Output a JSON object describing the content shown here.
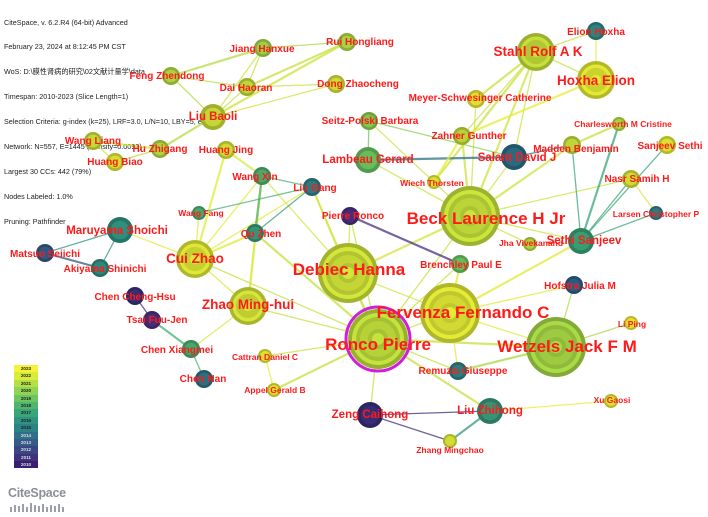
{
  "header_lines": [
    "CiteSpace, v. 6.2.R4 (64-bit) Advanced",
    "February 23, 2024 at 8:12:45 PM CST",
    "WoS: D:\\膜性肾病的研究\\02文献计量学\\data",
    "Timespan: 2010-2023 (Slice Length=1)",
    "Selection Criteria: g-index (k=25), LRF=3.0, L/N=10, LBY=5, e=1.0",
    "Network: N=557, E=1445 (Density=0.0093)",
    "Largest 30 CCs: 442 (79%)",
    "Nodes Labeled: 1.0%",
    "Pruning: Pathfinder"
  ],
  "legend": {
    "years": [
      "2023",
      "2022",
      "2021",
      "2020",
      "2019",
      "2018",
      "2017",
      "2016",
      "2015",
      "2014",
      "2013",
      "2012",
      "2011",
      "2010"
    ],
    "colors": [
      "#f6f238",
      "#d9ec3a",
      "#b4e045",
      "#8fd452",
      "#6cc561",
      "#50b56e",
      "#3aa579",
      "#2e9480",
      "#2c8285",
      "#2f6f87",
      "#355b87",
      "#3a4683",
      "#3d327b",
      "#3b1f6e"
    ]
  },
  "logo": {
    "text": "CiteSpace"
  },
  "nodes": [
    {
      "id": "ronco",
      "label": "Ronco Pierre",
      "size": "xl",
      "ring": true,
      "color": "#c3e23c"
    },
    {
      "id": "debiec",
      "label": "Debiec Hanna",
      "size": "xl",
      "color": "#d2e63a"
    },
    {
      "id": "fervenza",
      "label": "Fervenza Fernando C",
      "size": "xl",
      "color": "#e1ea36"
    },
    {
      "id": "beck",
      "label": "Beck Laurence H Jr",
      "size": "xl",
      "color": "#c9e43c"
    },
    {
      "id": "wetzels",
      "label": "Wetzels Jack F M",
      "size": "xl",
      "color": "#a8da46"
    },
    {
      "id": "stahl",
      "label": "Stahl Rolf A K",
      "size": "l",
      "color": "#c8e23c"
    },
    {
      "id": "hoxha_e",
      "label": "Hoxha Elion",
      "size": "l",
      "color": "#e6ec34"
    },
    {
      "id": "zhao_mh",
      "label": "Zhao Ming-hui",
      "size": "l",
      "color": "#d8e83a"
    },
    {
      "id": "cui_zhao",
      "label": "Cui Zhao",
      "size": "l",
      "color": "#e0eb36"
    },
    {
      "id": "maruyama",
      "label": "Maruyama Shoichi",
      "size": "m",
      "color": "#2f9683"
    },
    {
      "id": "liu_baoli",
      "label": "Liu Baoli",
      "size": "m",
      "color": "#cfe23a"
    },
    {
      "id": "feng",
      "label": "Feng Zhendong",
      "size": "s",
      "color": "#b4dc44"
    },
    {
      "id": "dai",
      "label": "Dai Haoran",
      "size": "s",
      "color": "#c6e03e"
    },
    {
      "id": "jiang",
      "label": "Jiang Hanxue",
      "size": "s",
      "color": "#a8d84a"
    },
    {
      "id": "rui",
      "label": "Rui Hongliang",
      "size": "s",
      "color": "#b2da46"
    },
    {
      "id": "dong",
      "label": "Dong Zhaocheng",
      "size": "s",
      "color": "#d7e638"
    },
    {
      "id": "wang_liang",
      "label": "Wang Liang",
      "size": "s",
      "color": "#cde43a"
    },
    {
      "id": "hu",
      "label": "Hu Zhigang",
      "size": "s",
      "color": "#b6dc44"
    },
    {
      "id": "huang_biao",
      "label": "Huang Biao",
      "size": "s",
      "color": "#e2ea36"
    },
    {
      "id": "huang_jing",
      "label": "Huang Jing",
      "size": "s",
      "color": "#d9e838"
    },
    {
      "id": "wang_xin",
      "label": "Wang Xin",
      "size": "s",
      "color": "#4fb06e"
    },
    {
      "id": "liu_gang",
      "label": "Liu Gang",
      "size": "s",
      "color": "#2f7f86"
    },
    {
      "id": "wang_fang",
      "label": "Wang Fang",
      "size": "xs",
      "color": "#4ab070"
    },
    {
      "id": "qu",
      "label": "Qu Zhen",
      "size": "s",
      "color": "#3a9a7c"
    },
    {
      "id": "matsuo",
      "label": "Matsuo Seiichi",
      "size": "s",
      "color": "#355b87"
    },
    {
      "id": "akiyama",
      "label": "Akiyama Shinichi",
      "size": "s",
      "color": "#2e8e82"
    },
    {
      "id": "chen_ch",
      "label": "Chen Cheng-Hsu",
      "size": "s",
      "color": "#3b2f7a"
    },
    {
      "id": "tsai",
      "label": "Tsai Fuu-Jen",
      "size": "s",
      "color": "#4a2f7f"
    },
    {
      "id": "chen_xm",
      "label": "Chen Xiangmei",
      "size": "s",
      "color": "#4ab070"
    },
    {
      "id": "cattran",
      "label": "Cattran Daniel C",
      "size": "xs",
      "color": "#e6ec34"
    },
    {
      "id": "chen_nan",
      "label": "Chen Nan",
      "size": "s",
      "color": "#2f7385"
    },
    {
      "id": "appel",
      "label": "Appel Gerald B",
      "size": "xs",
      "color": "#e6ec34"
    },
    {
      "id": "pierre_r",
      "label": "Pierre Ronco",
      "size": "s",
      "color": "#4a2f7f"
    },
    {
      "id": "seitz",
      "label": "Seitz-Polski Barbara",
      "size": "s",
      "color": "#8ad052"
    },
    {
      "id": "lambeau",
      "label": "Lambeau Gerard",
      "size": "m",
      "color": "#6cc561"
    },
    {
      "id": "wiech",
      "label": "Wiech Thorsten",
      "size": "xs",
      "color": "#e6ec34"
    },
    {
      "id": "meyer",
      "label": "Meyer-Schwesinger Catherine",
      "size": "s",
      "color": "#eceb34"
    },
    {
      "id": "zahner",
      "label": "Zahner Gunther",
      "size": "s",
      "color": "#c2de3e"
    },
    {
      "id": "salant",
      "label": "Salant David J",
      "size": "m",
      "color": "#2c6f87"
    },
    {
      "id": "elion_hoxha",
      "label": "Elion Hoxha",
      "size": "s",
      "color": "#2e8a84"
    },
    {
      "id": "charlesworth",
      "label": "Charlesworth M Cristine",
      "size": "xs",
      "color": "#b4dc44"
    },
    {
      "id": "madden",
      "label": "Madden Benjamin",
      "size": "s",
      "color": "#c6e03e"
    },
    {
      "id": "sanjeev_s",
      "label": "Sanjeev Sethi",
      "size": "s",
      "color": "#e6ec34"
    },
    {
      "id": "nasr",
      "label": "Nasr Samih H",
      "size": "s",
      "color": "#d6e638"
    },
    {
      "id": "larsen",
      "label": "Larsen Christopher P",
      "size": "xs",
      "color": "#2f7f86"
    },
    {
      "id": "jha",
      "label": "Jha Vivekanand",
      "size": "xs",
      "color": "#b6dc44"
    },
    {
      "id": "sethi_s",
      "label": "Sethi Sanjeev",
      "size": "m",
      "color": "#3aa579"
    },
    {
      "id": "brenchley",
      "label": "Brenchley Paul E",
      "size": "s",
      "color": "#6cc561"
    },
    {
      "id": "hofstra",
      "label": "Hofstra Julia M",
      "size": "s",
      "color": "#2c5f86"
    },
    {
      "id": "li_ping",
      "label": "Li Ping",
      "size": "xs",
      "color": "#f0ec34"
    },
    {
      "id": "remuzzi",
      "label": "Remuzzi Giuseppe",
      "size": "s",
      "color": "#2e8283"
    },
    {
      "id": "xu",
      "label": "Xu Gaosi",
      "size": "xs",
      "color": "#e6ec34"
    },
    {
      "id": "zeng",
      "label": "Zeng Caihong",
      "size": "m",
      "color": "#3a2f7a"
    },
    {
      "id": "liu_zh",
      "label": "Liu Zhihong",
      "size": "m",
      "color": "#3a9a7c"
    },
    {
      "id": "zhang",
      "label": "Zhang Mingchao",
      "size": "xs",
      "color": "#d9e838"
    }
  ],
  "edges": [
    [
      "ronco",
      "debiec"
    ],
    [
      "ronco",
      "fervenza"
    ],
    [
      "ronco",
      "beck"
    ],
    [
      "ronco",
      "wetzels"
    ],
    [
      "ronco",
      "zhao_mh"
    ],
    [
      "ronco",
      "liu_gang"
    ],
    [
      "ronco",
      "qu"
    ],
    [
      "ronco",
      "cui_zhao"
    ],
    [
      "ronco",
      "zeng"
    ],
    [
      "ronco",
      "liu_zh"
    ],
    [
      "ronco",
      "remuzzi"
    ],
    [
      "ronco",
      "cattran"
    ],
    [
      "ronco",
      "appel"
    ],
    [
      "ronco",
      "brenchley"
    ],
    [
      "ronco",
      "pierre_r"
    ],
    [
      "debiec",
      "beck"
    ],
    [
      "debiec",
      "fervenza"
    ],
    [
      "debiec",
      "wang_xin"
    ],
    [
      "debiec",
      "liu_gang"
    ],
    [
      "debiec",
      "pierre_r"
    ],
    [
      "fervenza",
      "wetzels"
    ],
    [
      "fervenza",
      "sethi_s"
    ],
    [
      "fervenza",
      "hofstra"
    ],
    [
      "fervenza",
      "remuzzi"
    ],
    [
      "fervenza",
      "brenchley"
    ],
    [
      "beck",
      "salant"
    ],
    [
      "beck",
      "lambeau"
    ],
    [
      "beck",
      "stahl"
    ],
    [
      "beck",
      "sethi_s"
    ],
    [
      "beck",
      "nasr"
    ],
    [
      "beck",
      "madden"
    ],
    [
      "beck",
      "jha"
    ],
    [
      "beck",
      "meyer"
    ],
    [
      "beck",
      "zahner"
    ],
    [
      "beck",
      "seitz"
    ],
    [
      "wetzels",
      "hofstra"
    ],
    [
      "wetzels",
      "remuzzi"
    ],
    [
      "wetzels",
      "li_ping"
    ],
    [
      "stahl",
      "hoxha_e"
    ],
    [
      "stahl",
      "meyer"
    ],
    [
      "stahl",
      "zahner"
    ],
    [
      "stahl",
      "elion_hoxha"
    ],
    [
      "stahl",
      "wiech"
    ],
    [
      "stahl",
      "salant"
    ],
    [
      "hoxha_e",
      "elion_hoxha"
    ],
    [
      "hoxha_e",
      "zahner"
    ],
    [
      "sethi_s",
      "nasr"
    ],
    [
      "sethi_s",
      "madden"
    ],
    [
      "sethi_s",
      "charlesworth"
    ],
    [
      "sethi_s",
      "larsen"
    ],
    [
      "sethi_s",
      "sanjeev_s"
    ],
    [
      "madden",
      "charlesworth"
    ],
    [
      "nasr",
      "larsen"
    ],
    [
      "salant",
      "madden"
    ],
    [
      "salant",
      "lambeau"
    ],
    [
      "lambeau",
      "seitz"
    ],
    [
      "seitz",
      "salant"
    ],
    [
      "wiech",
      "zahner"
    ],
    [
      "zhao_mh",
      "cui_zhao"
    ],
    [
      "zhao_mh",
      "chen_xm"
    ],
    [
      "zhao_mh",
      "wang_xin"
    ],
    [
      "zhao_mh",
      "qu"
    ],
    [
      "cui_zhao",
      "wang_xin"
    ],
    [
      "cui_zhao",
      "qu"
    ],
    [
      "cui_zhao",
      "liu_gang"
    ],
    [
      "cui_zhao",
      "wang_fang"
    ],
    [
      "cui_zhao",
      "huang_jing"
    ],
    [
      "cui_zhao",
      "maruyama"
    ],
    [
      "wang_xin",
      "liu_gang"
    ],
    [
      "wang_xin",
      "qu"
    ],
    [
      "qu",
      "liu_gang"
    ],
    [
      "wang_fang",
      "liu_gang"
    ],
    [
      "huang_jing",
      "wang_xin"
    ],
    [
      "maruyama",
      "matsuo"
    ],
    [
      "maruyama",
      "akiyama"
    ],
    [
      "matsuo",
      "akiyama"
    ],
    [
      "chen_ch",
      "tsai"
    ],
    [
      "chen_xm",
      "chen_nan"
    ],
    [
      "chen_xm",
      "tsai"
    ],
    [
      "feng",
      "dai"
    ],
    [
      "feng",
      "liu_baoli"
    ],
    [
      "feng",
      "jiang"
    ],
    [
      "dai",
      "liu_baoli"
    ],
    [
      "dai",
      "jiang"
    ],
    [
      "dai",
      "rui"
    ],
    [
      "dai",
      "dong"
    ],
    [
      "jiang",
      "rui"
    ],
    [
      "liu_baoli",
      "rui"
    ],
    [
      "liu_baoli",
      "dong"
    ],
    [
      "liu_baoli",
      "jiang"
    ],
    [
      "wang_liang",
      "hu"
    ],
    [
      "hu",
      "huang_biao"
    ],
    [
      "wang_liang",
      "huang_biao"
    ],
    [
      "hu",
      "liu_baoli"
    ],
    [
      "zeng",
      "liu_zh"
    ],
    [
      "zeng",
      "zhang"
    ],
    [
      "liu_zh",
      "zhang"
    ],
    [
      "xu",
      "liu_zh"
    ],
    [
      "cattran",
      "appel"
    ],
    [
      "pierre_r",
      "brenchley"
    ]
  ]
}
